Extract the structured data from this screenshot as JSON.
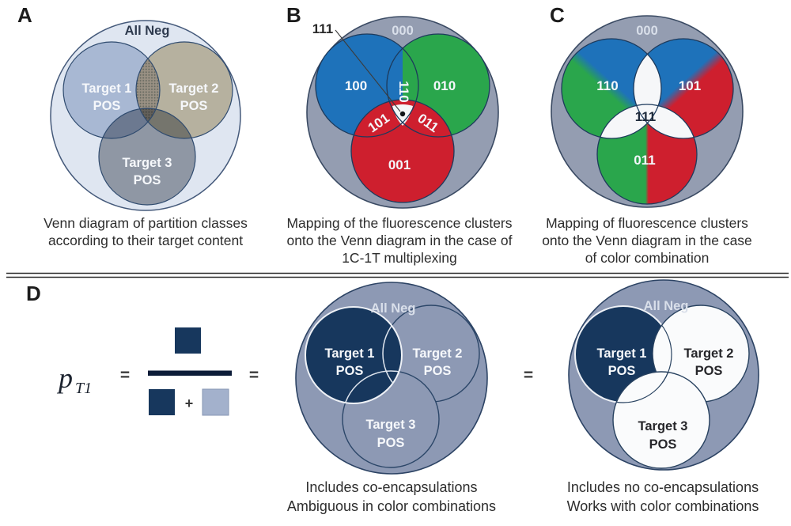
{
  "figure": {
    "colors": {
      "navy": "#17375d",
      "fraction_bar": "#0c1c38",
      "slate": "#949db1",
      "slate_d": "#8d99b4",
      "pale_blue": "#dfe6f1",
      "steel_blue": "#c0cce0",
      "tan": "#d0c5a8",
      "gray": "#a4a8ae",
      "blue": "#1e72ba",
      "green": "#2aa64c",
      "red": "#ce1f2e",
      "light_square": "#a3b1cc",
      "white_region": "#f6f7f9",
      "white_fill": "#fafbfc"
    },
    "panel_a": {
      "letter": "A",
      "outer_label": "All Neg",
      "target1": {
        "line1": "Target 1",
        "line2": "POS"
      },
      "target2": {
        "line1": "Target 2",
        "line2": "POS"
      },
      "target3": {
        "line1": "Target 3",
        "line2": "POS"
      },
      "caption": [
        "Venn diagram of partition classes",
        "according to their target content"
      ]
    },
    "panel_b": {
      "letter": "B",
      "callout_label": "111",
      "outer_label": "000",
      "region_100": "100",
      "region_010": "010",
      "region_001": "001",
      "region_110": "110",
      "region_101": "101",
      "region_011": "011",
      "caption": [
        "Mapping of the fluorescence clusters",
        "onto the Venn diagram in the case of",
        "1C-1T multiplexing"
      ]
    },
    "panel_c": {
      "letter": "C",
      "outer_label": "000",
      "region_110": "110",
      "region_101": "101",
      "region_111": "111",
      "region_011": "011",
      "caption": [
        "Mapping of fluorescence clusters",
        "onto the Venn diagram in the case",
        "of color combination"
      ]
    },
    "panel_d": {
      "letter": "D",
      "formula": {
        "symbol": "p",
        "subscript": "T1",
        "equals": "=",
        "plus": "+"
      },
      "venn_middle": {
        "outer_label": "All Neg",
        "target1": {
          "line1": "Target 1",
          "line2": "POS"
        },
        "target2": {
          "line1": "Target 2",
          "line2": "POS"
        },
        "target3": {
          "line1": "Target 3",
          "line2": "POS"
        },
        "caption": [
          "Includes co-encapsulations",
          "Ambiguous in color combinations"
        ]
      },
      "venn_right": {
        "outer_label": "All Neg",
        "target1": {
          "line1": "Target 1",
          "line2": "POS"
        },
        "target2": {
          "line1": "Target 2",
          "line2": "POS"
        },
        "target3": {
          "line1": "Target 3",
          "line2": "POS"
        },
        "caption": [
          "Includes no co-encapsulations",
          "Works with color combinations"
        ]
      }
    }
  }
}
